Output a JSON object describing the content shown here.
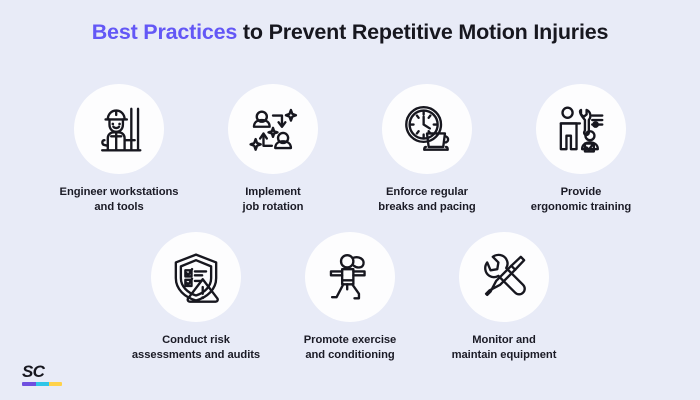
{
  "page": {
    "background_color": "#e8ebf7",
    "title_accent_text": "Best Practices",
    "title_rest_text": " to Prevent Repetitive Motion Injuries",
    "title_full": "Best Practices to Prevent Repetitive Motion Injuries"
  },
  "colors": {
    "accent_purple": "#6357f6",
    "text_dark": "#17171f",
    "circle_white": "#fdfdfe",
    "background": "#e8ebf7",
    "logo_bar_purple": "#6f4fe0",
    "logo_bar_cyan": "#2fc6e8",
    "logo_bar_yellow": "#ffd24a"
  },
  "rows": [
    {
      "items": [
        {
          "icon": "worker-hardhat-icon",
          "label_line1": "Engineer workstations",
          "label_line2": "and tools"
        },
        {
          "icon": "job-rotation-people-icon",
          "label_line1": "Implement",
          "label_line2": "job rotation"
        },
        {
          "icon": "clock-coffee-break-icon",
          "label_line1": "Enforce regular",
          "label_line2": "breaks and pacing"
        },
        {
          "icon": "ergonomic-training-icon",
          "label_line1": "Provide",
          "label_line2": "ergonomic training"
        }
      ]
    },
    {
      "items": [
        {
          "icon": "shield-risk-checklist-icon",
          "label_line1": "Conduct risk",
          "label_line2": "assessments and audits"
        },
        {
          "icon": "exercise-stretching-icon",
          "label_line1": "Promote exercise",
          "label_line2": "and conditioning"
        },
        {
          "icon": "wrench-screwdriver-icon",
          "label_line1": "Monitor and",
          "label_line2": "maintain equipment"
        }
      ]
    }
  ],
  "logo": {
    "text": "SC",
    "bar_colors": [
      "#6f4fe0",
      "#2fc6e8",
      "#ffd24a"
    ]
  }
}
